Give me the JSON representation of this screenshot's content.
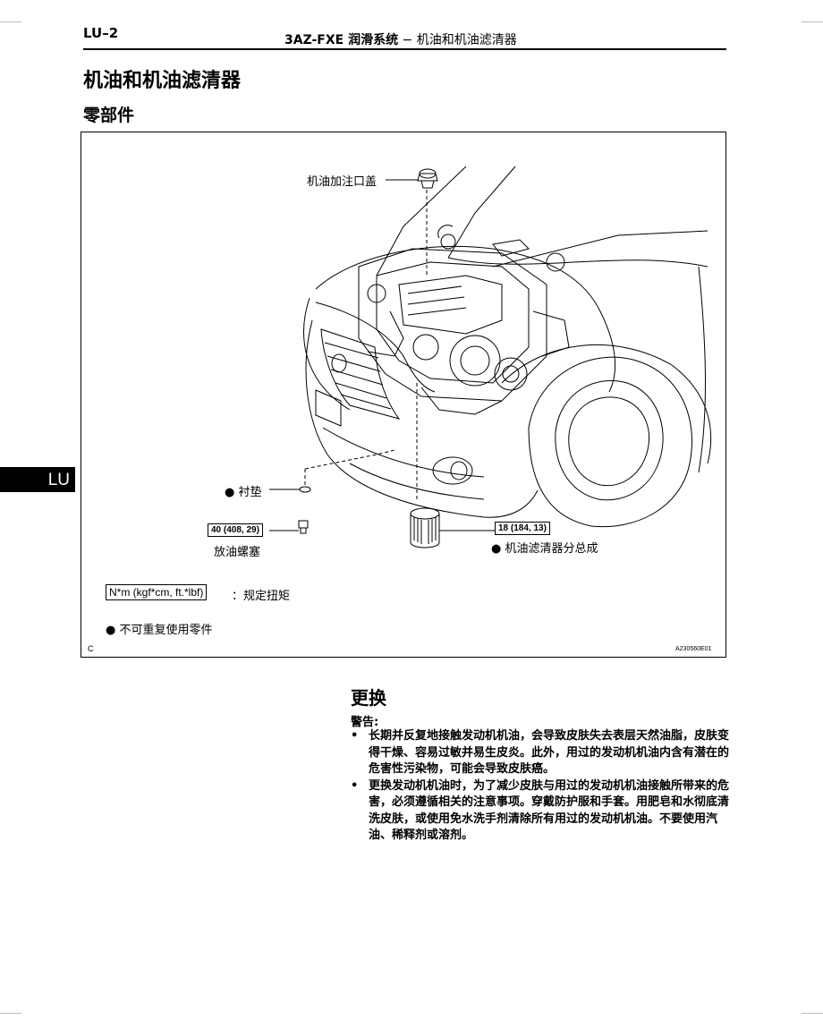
{
  "header": {
    "page_code": "LU–2",
    "section_bold": "3AZ-FXE 润滑系统",
    "section_rest": " − 机油和机油滤清器"
  },
  "page_title": "机油和机油滤清器",
  "subtitle": "零部件",
  "figure": {
    "labels": {
      "oil_filler_cap": "机油加注口盖",
      "gasket": "衬垫",
      "drain_plug_torque": "40 (408, 29)",
      "drain_plug": "放油螺塞",
      "filter_torque": "18 (184, 13)",
      "oil_filter": "机油滤清器分总成",
      "torque_unit": "N*m (kgf*cm, ft.*lbf)",
      "torque_legend": "：规定扭矩",
      "non_reusable": "不可重复使用零件",
      "corner_mark": "C",
      "figure_code": "A230560E01"
    },
    "bullet_symbol": "●"
  },
  "side_tab": "LU",
  "replace_section": {
    "title": "更换",
    "warning_title": "警告:",
    "bullet": "•",
    "items": [
      "长期并反复地接触发动机机油，会导致皮肤失去表层天然油脂，皮肤变得干燥、容易过敏并易生皮炎。此外，用过的发动机机油内含有潜在的危害性污染物，可能会导致皮肤癌。",
      "更换发动机机油时，为了减少皮肤与用过的发动机机油接触所带来的危害，必须遵循相关的注意事项。穿戴防护服和手套。用肥皂和水彻底清洗皮肤，或使用免水洗手剂清除所有用过的发动机机油。不要使用汽油、稀释剂或溶剂。"
    ]
  }
}
